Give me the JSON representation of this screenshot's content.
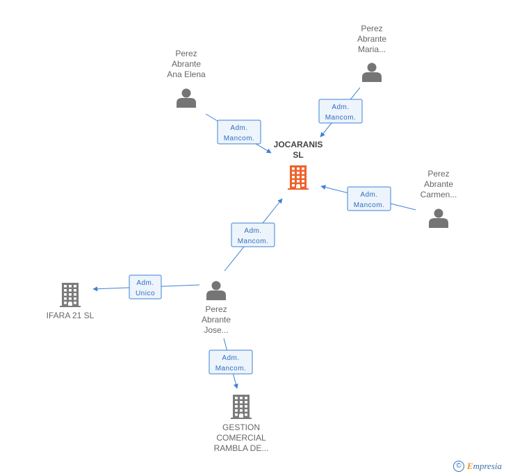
{
  "nodes": [
    {
      "id": "jocaranis",
      "type": "company",
      "highlight": true,
      "label": [
        "JOCARANIS",
        "SL"
      ]
    },
    {
      "id": "ana",
      "type": "person",
      "label": [
        "Perez",
        "Abrante",
        "Ana Elena"
      ]
    },
    {
      "id": "maria",
      "type": "person",
      "label": [
        "Perez",
        "Abrante",
        "Maria..."
      ]
    },
    {
      "id": "carmen",
      "type": "person",
      "label": [
        "Perez",
        "Abrante",
        "Carmen..."
      ]
    },
    {
      "id": "jose",
      "type": "person",
      "label": [
        "Perez",
        "Abrante",
        "Jose..."
      ]
    },
    {
      "id": "ifara",
      "type": "company",
      "highlight": false,
      "label": [
        "IFARA 21 SL"
      ]
    },
    {
      "id": "gestion",
      "type": "company",
      "highlight": false,
      "label": [
        "GESTION",
        "COMERCIAL",
        "RAMBLA DE..."
      ]
    }
  ],
  "edges": [
    {
      "from": "ana",
      "to": "jocaranis",
      "label": [
        "Adm.",
        "Mancom."
      ]
    },
    {
      "from": "maria",
      "to": "jocaranis",
      "label": [
        "Adm.",
        "Mancom."
      ]
    },
    {
      "from": "carmen",
      "to": "jocaranis",
      "label": [
        "Adm.",
        "Mancom."
      ]
    },
    {
      "from": "jose",
      "to": "jocaranis",
      "label": [
        "Adm.",
        "Mancom."
      ]
    },
    {
      "from": "jose",
      "to": "ifara",
      "label": [
        "Adm.",
        "Unico"
      ]
    },
    {
      "from": "jose",
      "to": "gestion",
      "label": [
        "Adm.",
        "Mancom."
      ]
    }
  ],
  "colors": {
    "highlight_company": "#f0602a",
    "company": "#7a7a7a",
    "person": "#757575",
    "edge": "#3b82d4"
  },
  "footer": {
    "copyright": "©",
    "brand_initial": "E",
    "brand_rest": "mpresia"
  }
}
